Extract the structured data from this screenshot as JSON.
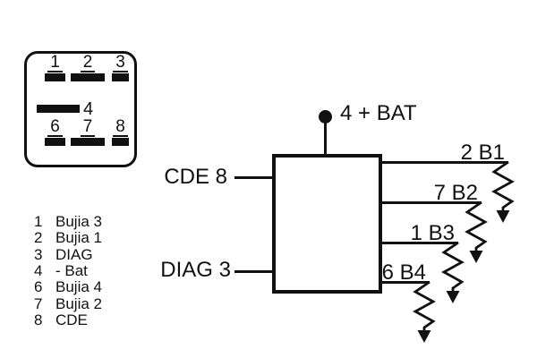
{
  "colors": {
    "ink": "#111111",
    "background": "#ffffff"
  },
  "connector": {
    "top_pins": [
      "1",
      "2",
      "3"
    ],
    "middle_pin": "4",
    "bottom_pins": [
      "6",
      "7",
      "8"
    ]
  },
  "legend": {
    "items": [
      {
        "num": "1",
        "label": "Bujia 3"
      },
      {
        "num": "2",
        "label": "Bujia 1"
      },
      {
        "num": "3",
        "label": "DIAG"
      },
      {
        "num": "4",
        "label": "- Bat"
      },
      {
        "num": "6",
        "label": "Bujia 4"
      },
      {
        "num": "7",
        "label": "Bujia 2"
      },
      {
        "num": "8",
        "label": "CDE"
      }
    ]
  },
  "schematic": {
    "power_label": "4 + BAT",
    "inputs": [
      {
        "label": "CDE 8"
      },
      {
        "label": "DIAG 3"
      }
    ],
    "outputs": [
      {
        "label": "2 B1"
      },
      {
        "label": "7 B2"
      },
      {
        "label": "1 B3"
      },
      {
        "label": "6 B4"
      }
    ]
  }
}
